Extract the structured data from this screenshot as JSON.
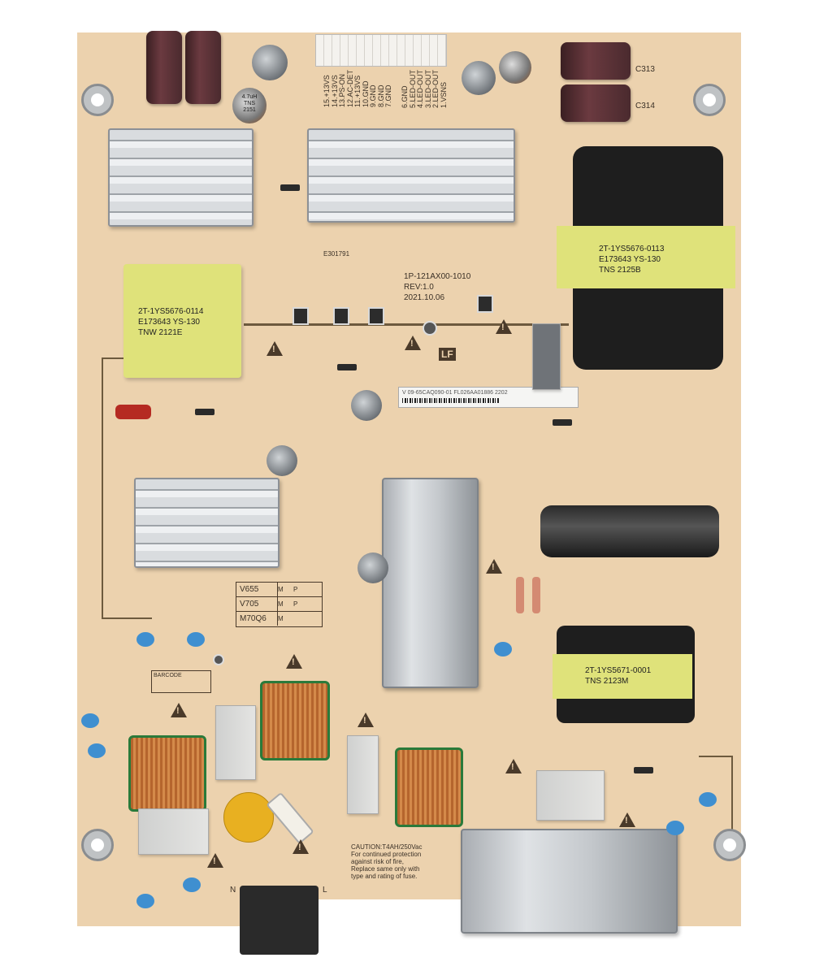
{
  "image": {
    "subject": "power-supply-pcb",
    "colors": {
      "board": "#ecd2ae",
      "silkscreen": "#3a3026",
      "transformer_tape": "#dfe27a",
      "heatsink": "#c4c8cc",
      "ycap": "#3f8fd0"
    }
  },
  "connector_pins": {
    "left": [
      "7.GND",
      "8.GND",
      "9.GND",
      "10.GND",
      "11.+13VS",
      "12.AC-DET",
      "13.PS-ON",
      "14.+13VS",
      "15.+13VS"
    ],
    "right": [
      "1.VSNS",
      "2.LED-OUT",
      "3.LED-OUT",
      "4.LED-OUT",
      "5.LED-OUT",
      "6.GND"
    ]
  },
  "board_id": {
    "part": "1P-121AX00-1010",
    "rev": "REV:1.0",
    "date": "2021.10.06"
  },
  "ul_mark": "E301791",
  "lf_mark": "LF",
  "sticker": "V  09-65CAQ090-01   FL026AA01886 2202",
  "transformers": {
    "left": [
      "2T-1YS5676-0114",
      "E173643  YS-130",
      "TNW  2121E"
    ],
    "right": [
      "2T-1YS5676-0113",
      "E173643  YS-130",
      "TNS  2125B"
    ],
    "bottom": [
      "2T-1YS5671-0001",
      "TNS  2123M"
    ]
  },
  "model_table": [
    {
      "model": "V655",
      "codes": [
        "M",
        "P"
      ]
    },
    {
      "model": "V705",
      "codes": [
        "M",
        "P"
      ]
    },
    {
      "model": "M70Q6",
      "codes": [
        "M"
      ]
    }
  ],
  "barcode_label": "BARCODE",
  "caution": {
    "title": "CAUTION:",
    "rating": "T4AH/250Vac",
    "text": "For continued protection\nagainst risk of fire,\nReplace same only with\ntype and rating of fuse."
  },
  "cap_labels": [
    "C313",
    "C314"
  ],
  "inductor_label": "4.7uH\nTNS\n2151",
  "ac_labels": [
    "N",
    "L"
  ]
}
